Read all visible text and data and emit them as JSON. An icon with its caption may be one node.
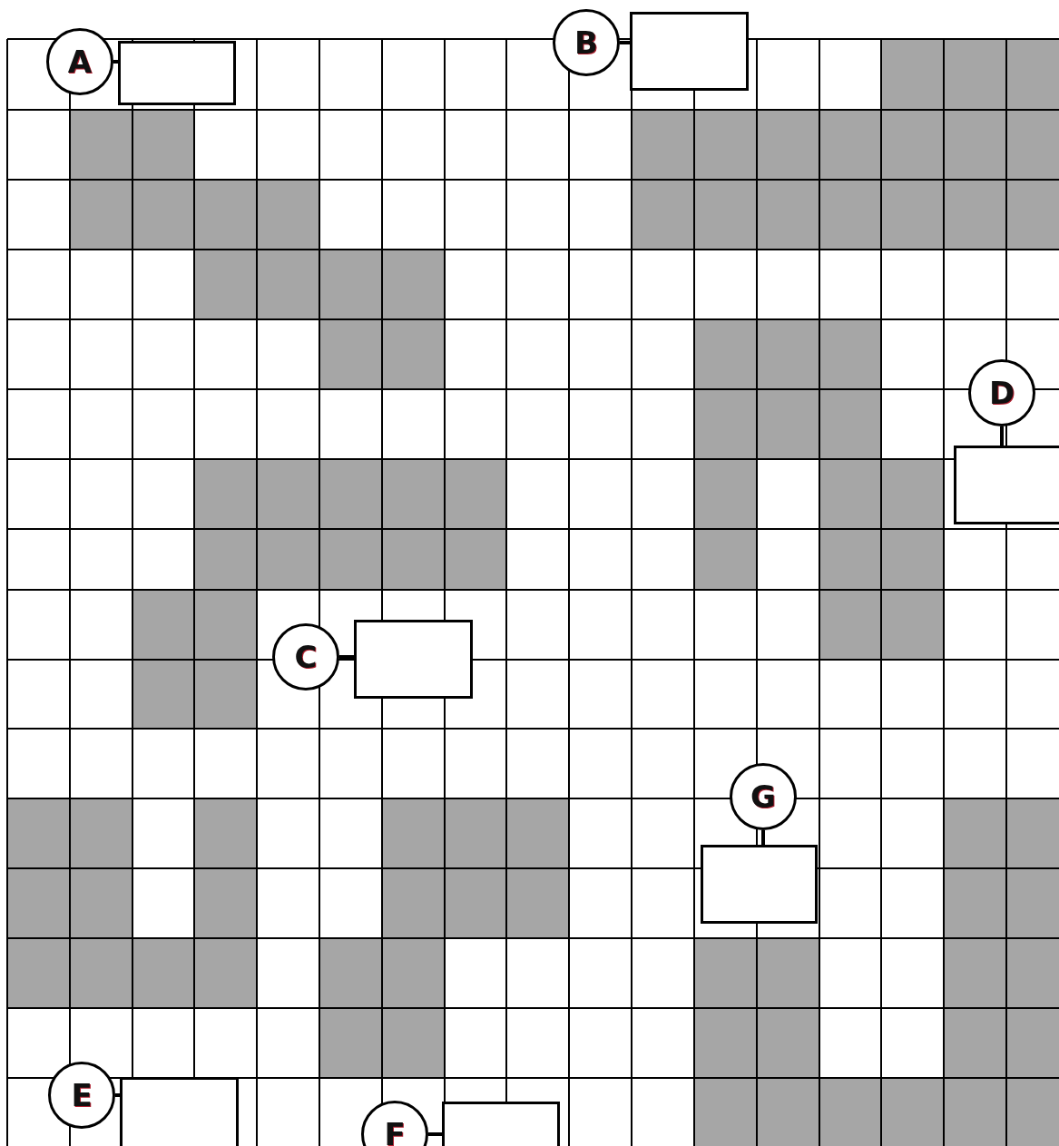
{
  "diagram": {
    "nodes": [
      {
        "text": [
          "A"
        ]
      },
      {
        "text": [],
        "shape": "box"
      },
      {
        "text": [
          "B"
        ]
      },
      {
        "text": [],
        "shape": "box"
      },
      {
        "text": [
          "D"
        ]
      },
      {
        "text": [],
        "shape": "box"
      },
      {
        "text": [
          "C"
        ]
      },
      {
        "text": [],
        "shape": "box"
      },
      {
        "text": [
          "G"
        ]
      },
      {
        "text": [],
        "shape": "box"
      },
      {
        "text": [
          "E"
        ]
      },
      {
        "text": [],
        "shape": "box"
      },
      {
        "text": [
          "F"
        ]
      },
      {
        "text": [],
        "shape": "box"
      }
    ],
    "edges": [
      {
        "from": 0,
        "to": 1,
        "arrow": "none"
      },
      {
        "from": 2,
        "to": 3,
        "arrow": "none"
      },
      {
        "from": 4,
        "to": 5,
        "arrow": "none"
      },
      {
        "from": 6,
        "to": 7,
        "arrow": "none"
      },
      {
        "from": 8,
        "to": 9,
        "arrow": "none"
      },
      {
        "from": 10,
        "to": 11,
        "arrow": "none"
      },
      {
        "from": 12,
        "to": 13,
        "arrow": "none"
      }
    ]
  }
}
